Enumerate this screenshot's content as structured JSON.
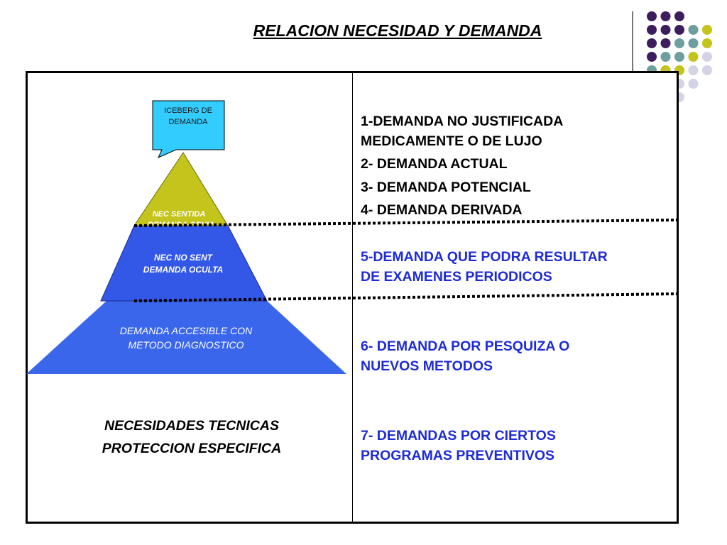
{
  "title": "RELACION NECESIDAD Y DEMANDA",
  "colors": {
    "purple": "#3d1e5c",
    "teal": "#6e9e9e",
    "olive": "#c4c41c",
    "lavender": "#d3d3e5",
    "pyramid_top": "#c4c41c",
    "pyramid_mid": "#3358e8",
    "pyramid_base": "#3a66ec",
    "callout": "#33ccff",
    "blue_text": "#1e2bd6"
  },
  "callout": {
    "line1": "ICEBERG DE",
    "line2": "DEMANDA"
  },
  "pyramid": {
    "top": {
      "line1": "NEC SENTIDA",
      "line2": "DEMANDA OBVIA"
    },
    "middle": {
      "line1": "NEC NO SENT",
      "line2": "DEMANDA OCULTA"
    },
    "base": {
      "line1": "DEMANDA ACCESIBLE CON",
      "line2": "METODO DIAGNOSTICO"
    }
  },
  "left_caption": {
    "line1": "NECESIDADES TECNICAS",
    "line2": "PROTECCION ESPECIFICA"
  },
  "items": [
    {
      "line1": "1-DEMANDA NO JUSTIFICADA",
      "line2": "MEDICAMENTE O DE LUJO"
    },
    {
      "line1": "2- DEMANDA ACTUAL"
    },
    {
      "line1": "3- DEMANDA POTENCIAL"
    },
    {
      "line1": "4- DEMANDA DERIVADA"
    },
    {
      "line1": "5-DEMANDA QUE PODRA RESULTAR",
      "line2": "DE EXAMENES PERIODICOS"
    },
    {
      "line1": "6- DEMANDA POR PESQUIZA O",
      "line2": "NUEVOS METODOS"
    },
    {
      "line1": "7- DEMANDAS POR CIERTOS",
      "line2": "PROGRAMAS PREVENTIVOS"
    }
  ]
}
